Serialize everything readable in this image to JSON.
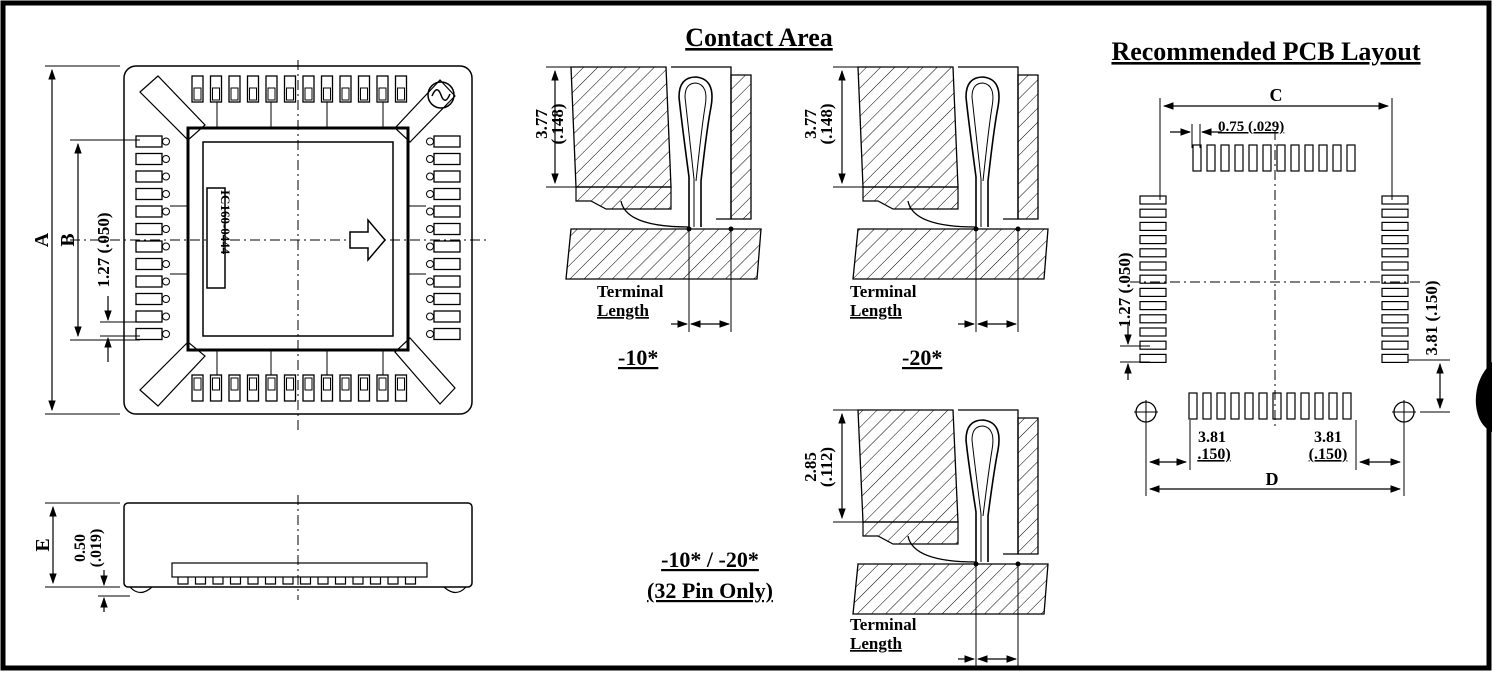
{
  "headings": {
    "contact_area": "Contact Area",
    "pcb_layout": "Recommended PCB Layout"
  },
  "top_view": {
    "dim_a": "A",
    "dim_b": "B",
    "pitch": "1.27 (.050)",
    "part_number": "IC160-0444"
  },
  "side_view": {
    "dim_e": "E",
    "thickness_mm": "0.50",
    "thickness_in": "(.019)"
  },
  "contact_10": {
    "height_mm": "3.77",
    "height_in": "(.148)",
    "terminal_1": "Terminal",
    "terminal_2": "Length",
    "caption": "-10*"
  },
  "contact_20": {
    "height_mm": "3.77",
    "height_in": "(.148)",
    "terminal_1": "Terminal",
    "terminal_2": "Length",
    "caption": "-20*"
  },
  "contact_32": {
    "height_mm": "2.85",
    "height_in": "(.112)",
    "terminal_1": "Terminal",
    "terminal_2": "Length",
    "caption_1": "-10* / -20*",
    "caption_2": "(32 Pin Only)"
  },
  "pcb": {
    "dim_c": "C",
    "pad_width": "0.75 (.029)",
    "pitch": "1.27 (.050)",
    "row_offset": "3.81 (.150)",
    "left_mm": "3.81",
    "left_in": ".150)",
    "right_mm": "3.81",
    "right_in": "(.150)",
    "dim_d": "D"
  }
}
